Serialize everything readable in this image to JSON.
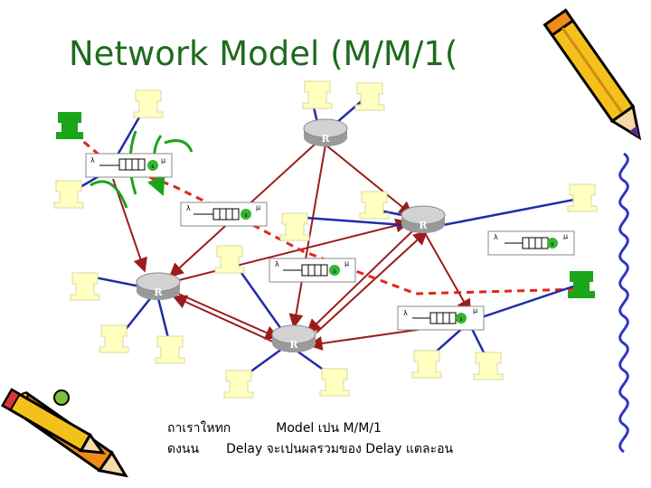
{
  "title": "Network Model (M/M/1(",
  "router_label": "R",
  "queue_labels": {
    "arrival": "λ",
    "service": "μ",
    "server": "s"
  },
  "caption": {
    "line1": [
      "ถาเราใหทก",
      "Model เปน M/M/1"
    ],
    "line2": [
      "ดงนน",
      "Delay จะเปนผลรวมของ Delay แตละอน"
    ]
  },
  "colors": {
    "title": "#1e6b1e",
    "link": "#9b1c1c",
    "path": "#e0261c",
    "host": "#ffffc0",
    "host_active": "#1aa51a",
    "access": "#1f2ca8",
    "router": "#b9b9b9"
  }
}
